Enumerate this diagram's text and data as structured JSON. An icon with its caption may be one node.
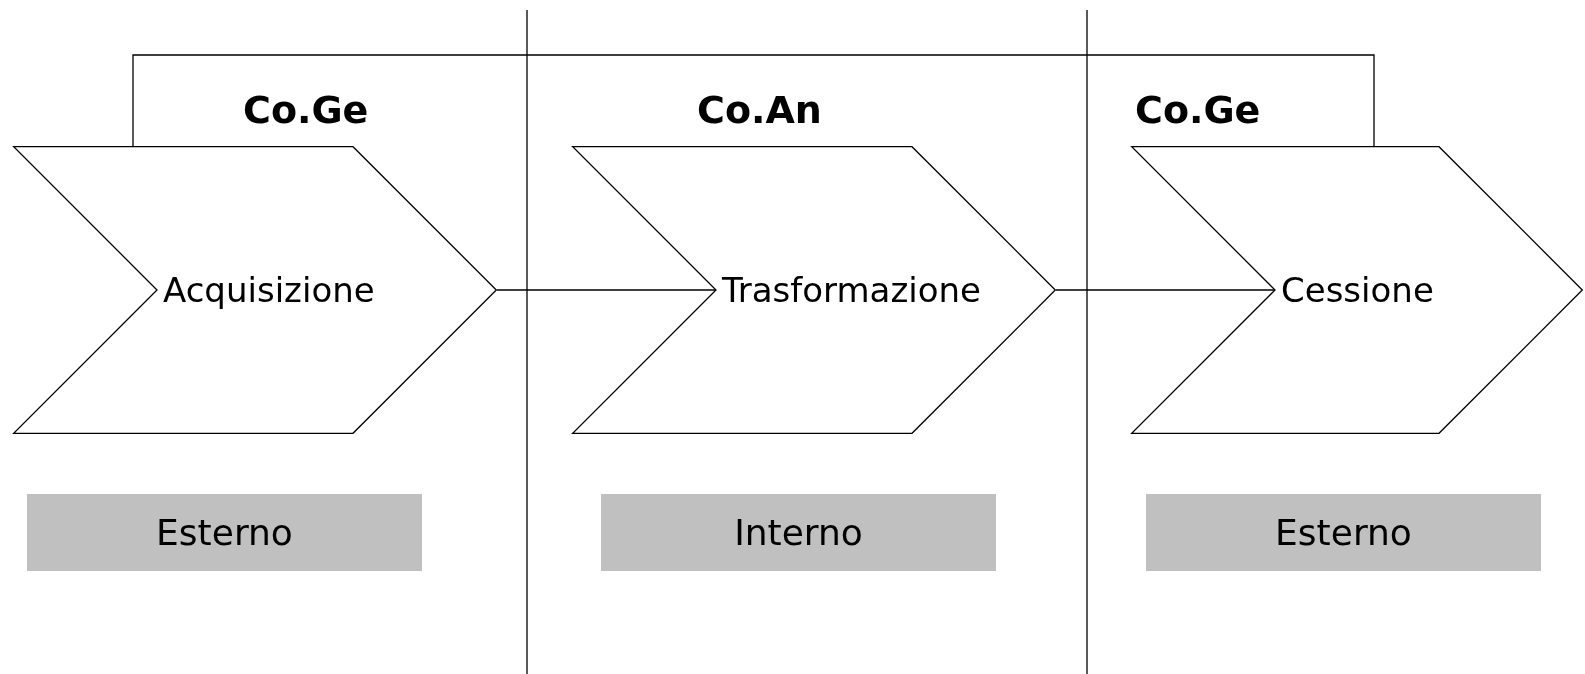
{
  "diagram": {
    "nodes": [
      {
        "text": [
          "Acquisizione"
        ],
        "beside": [
          "Co.Ge"
        ]
      },
      {
        "text": [
          "Trasformazione"
        ],
        "beside": [
          "Co.An"
        ]
      },
      {
        "text": [
          "Cessione"
        ],
        "beside": [
          "Co.Ge"
        ]
      },
      {
        "text": [
          "Esterno"
        ]
      },
      {
        "text": [
          "Interno"
        ]
      },
      {
        "text": [
          "Esterno"
        ]
      }
    ],
    "edges": [
      {
        "from": 0,
        "to": 1,
        "arrow": "none"
      },
      {
        "from": 1,
        "to": 2,
        "arrow": "none"
      },
      {
        "from": 0,
        "to": 2,
        "arrow": "none"
      }
    ]
  }
}
